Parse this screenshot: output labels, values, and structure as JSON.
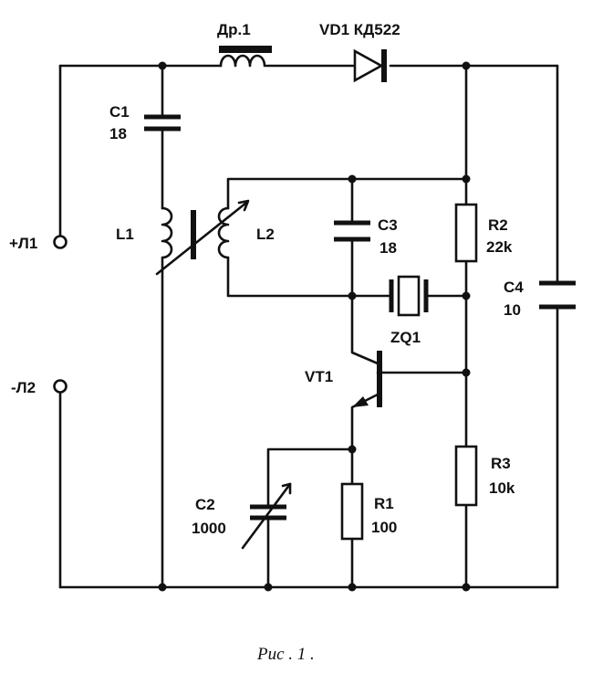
{
  "labels": {
    "choke": "Др.1",
    "diode": "VD1 КД522",
    "c1_name": "C1",
    "c1_value": "18",
    "l1": "L1",
    "l2": "L2",
    "c3_name": "C3",
    "c3_value": "18",
    "r2_name": "R2",
    "r2_value": "22k",
    "c4_name": "C4",
    "c4_value": "10",
    "zq1": "ZQ1",
    "vt1": "VT1",
    "r3_name": "R3",
    "r3_value": "10k",
    "c2_name": "C2",
    "c2_value": "1000",
    "r1_name": "R1",
    "r1_value": "100",
    "term_plus": "+Л1",
    "term_minus": "-Л2"
  },
  "caption": "Рис . 1 ."
}
